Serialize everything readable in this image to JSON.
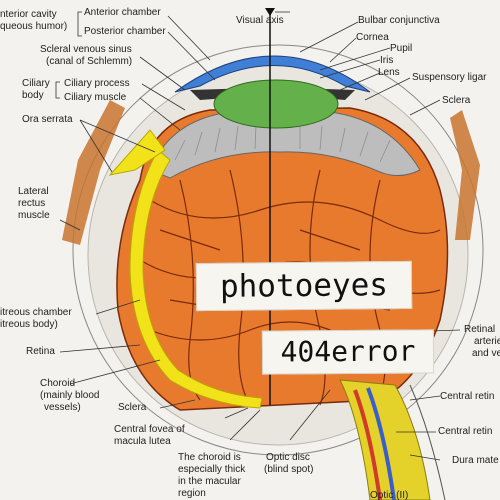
{
  "labels": {
    "anterior_cavity_l1": "nterior cavity",
    "anterior_cavity_l2": "queous humor)",
    "anterior_chamber": "Anterior chamber",
    "posterior_chamber": "Posterior chamber",
    "scleral_sinus_l1": "Scleral venous sinus",
    "scleral_sinus_l2": "(canal of Schlemm)",
    "ciliary_body_l1": "Ciliary",
    "ciliary_body_l2": "body",
    "ciliary_process": "Ciliary process",
    "ciliary_muscle": "Ciliary muscle",
    "ora_serrata": "Ora serrata",
    "lateral_rectus_l1": "Lateral",
    "lateral_rectus_l2": "rectus",
    "lateral_rectus_l3": "muscle",
    "vitreous_l1": "itreous chamber",
    "vitreous_l2": "itreous body)",
    "retina": "Retina",
    "choroid_l1": "Choroid",
    "choroid_l2": "(mainly blood",
    "choroid_l3": "vessels)",
    "sclera_bottom": "Sclera",
    "fovea_l1": "Central fovea of",
    "fovea_l2": "macula lutea",
    "choroid_thick_l1": "The choroid is",
    "choroid_thick_l2": "especially thick",
    "choroid_thick_l3": "in the macular",
    "choroid_thick_l4": "region",
    "optic_disc_l1": "Optic disc",
    "optic_disc_l2": "(blind spot)",
    "visual_axis": "Visual axis",
    "bulbar_conjunctiva": "Bulbar conjunctiva",
    "cornea": "Cornea",
    "pupil": "Pupil",
    "iris": "Iris",
    "lens": "Lens",
    "suspensory": "Suspensory ligar",
    "sclera_right": "Sclera",
    "retinal_arteries_l1": "Retinal",
    "retinal_arteries_l2": "arteries",
    "retinal_arteries_l3": "and vei",
    "central_retin_1": "Central retin",
    "central_retin_2": "Central retin",
    "dura_mater": "Dura mate",
    "optic_bottom": "Optic (II)"
  },
  "stickers": {
    "top": "photoeyes",
    "bottom": "404error"
  },
  "colors": {
    "background": "#f4f2ee",
    "cornea": "#3f7fd6",
    "lens": "#64b04a",
    "choroid": "#e87a2e",
    "vessels": "#7a2a0c",
    "retina": "#f2e21a",
    "ciliary": "#bdbdbd",
    "muscle": "#c8742e",
    "nerve": "#e4d22a",
    "artery": "#d23a2a",
    "vein": "#3b5fc8"
  }
}
